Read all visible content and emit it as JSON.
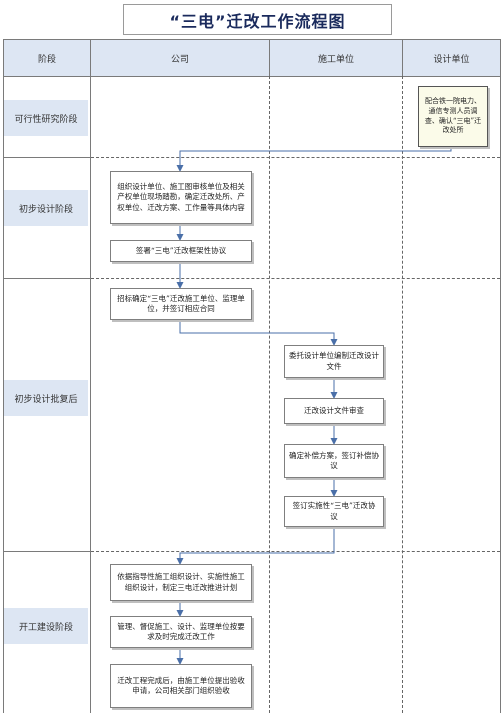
{
  "title": "“三电”迁改工作流程图",
  "lanes": {
    "stage": "阶段",
    "company": "公司",
    "contractor": "施工单位",
    "design": "设计单位"
  },
  "stages": [
    "可行性研究阶段",
    "初步设计阶段",
    "初步设计批复后",
    "开工建设阶段"
  ],
  "steps": {
    "feasibility_design": "配合铁一院电力、通信专测人员调查、确认“三电”迁改处所",
    "organize_survey": "组织设计单位、施工图审核单位及相关产权单位现场踏勘，确定迁改处所、产权单位、迁改方案、工作量等具体内容",
    "sign_framework": "签署“三电”迁改框架性协议",
    "tender": "招标确定“三电”迁改施工单位、监理单位，并签订相应合同",
    "entrust_design": "委托设计单位编制迁改设计文件",
    "review_design": "迁改设计文件审查",
    "compensation": "确定补偿方案，签订补偿协议",
    "sign_implement": "签订实施性“三电”迁改协议",
    "construction_plan": "依据指导性施工组织设计、实施性施工组织设计，制定三电迁改推进计划",
    "supervise": "管理、督促施工、设计、监理单位按要求及时完成迁改工作",
    "acceptance": "迁改工程完成后，由施工单位提出验收申请，公司相关部门组织验收"
  }
}
